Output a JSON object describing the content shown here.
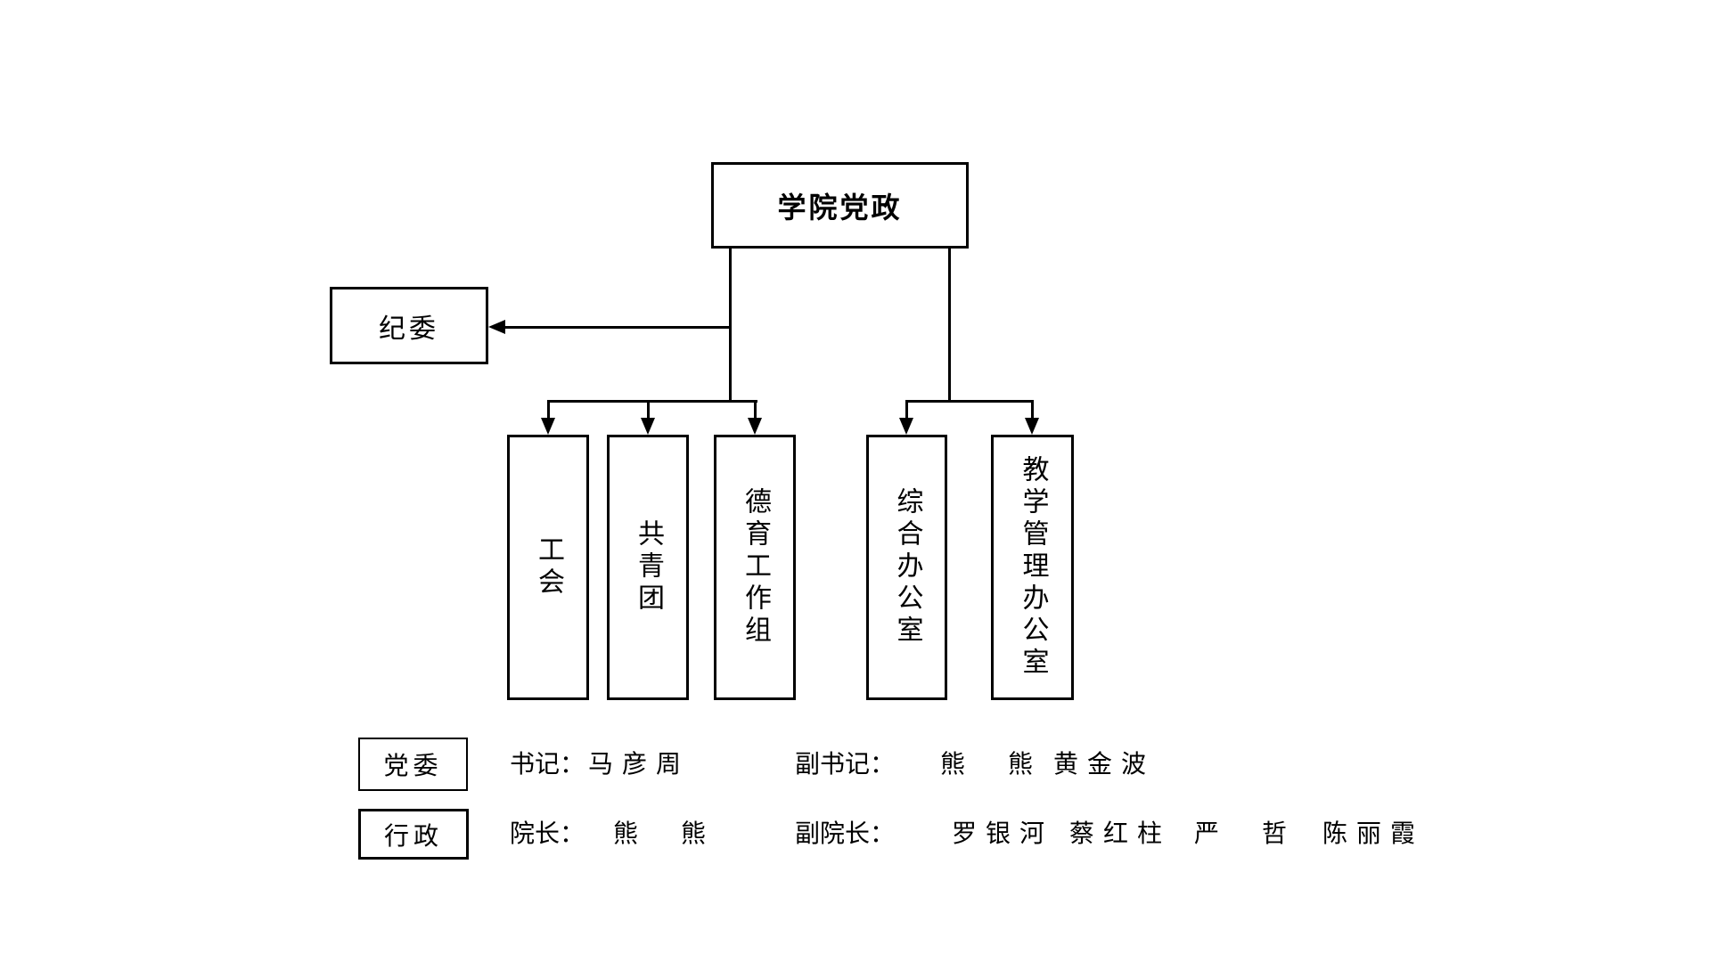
{
  "org_chart": {
    "root": {
      "label": "学院党政"
    },
    "side_box": {
      "label": "纪委"
    },
    "left_branch": [
      {
        "label": "工会"
      },
      {
        "label": "共青团"
      },
      {
        "label": "德育工作组"
      }
    ],
    "right_branch": [
      {
        "label": "综合办公室"
      },
      {
        "label": "教学管理办公室"
      }
    ]
  },
  "legend": {
    "rows": [
      {
        "category": "党委",
        "segments": [
          {
            "text": "书记："
          },
          {
            "text": "马彦周"
          },
          {
            "text": "副书记："
          },
          {
            "text": "熊　熊"
          },
          {
            "text": "黄金波"
          }
        ]
      },
      {
        "category": "行政",
        "segments": [
          {
            "text": "院长："
          },
          {
            "text": "熊　熊"
          },
          {
            "text": "副院长："
          },
          {
            "text": "罗银河"
          },
          {
            "text": "蔡红柱"
          },
          {
            "text": "严　哲"
          },
          {
            "text": "陈丽霞"
          }
        ]
      }
    ]
  },
  "colors": {
    "background": "#ffffff",
    "line": "#000000",
    "text": "#000000"
  }
}
